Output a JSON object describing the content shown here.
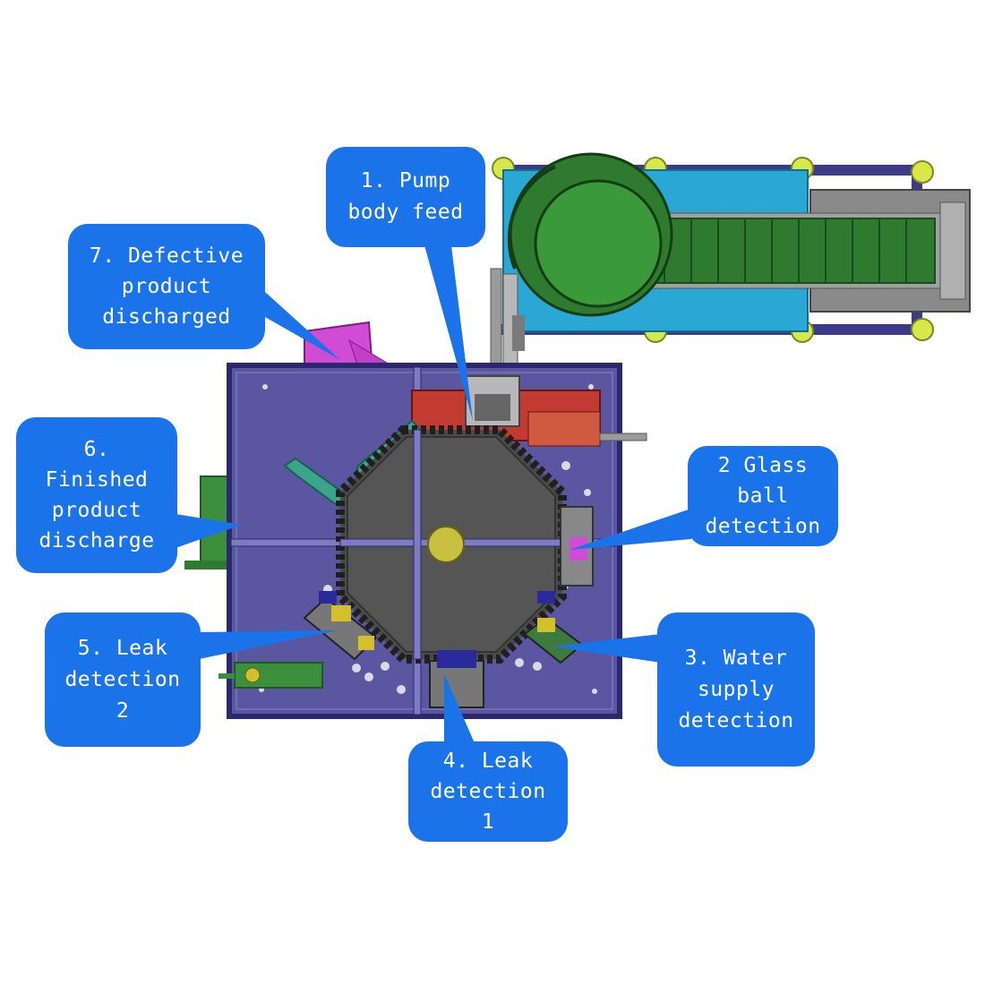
{
  "colors": {
    "callout": "#1a73e8",
    "frame": "#5a56a0",
    "frame_border": "#3b3480",
    "turntable": "#505050",
    "conveyor_green": "#2e6b2e",
    "hopper_cyan": "#2aa7d4",
    "defect_chute": "#d04cd4",
    "finished_chute": "#3c8f3c"
  },
  "callouts": {
    "pump_feed": {
      "lines": [
        "1. Pump",
        "body feed"
      ]
    },
    "glass_ball": {
      "lines": [
        "2 Glass",
        "ball",
        "detection"
      ]
    },
    "water_supply": {
      "lines": [
        "3. Water",
        "supply",
        "detection"
      ]
    },
    "leak_1": {
      "lines": [
        "4. Leak",
        "detection",
        "1"
      ]
    },
    "leak_2": {
      "lines": [
        "5. Leak",
        "detection",
        "2"
      ]
    },
    "finished": {
      "lines": [
        "6.",
        "Finished",
        "product",
        "discharge"
      ]
    },
    "defective": {
      "lines": [
        "7. Defective",
        "product",
        "discharged"
      ]
    }
  }
}
